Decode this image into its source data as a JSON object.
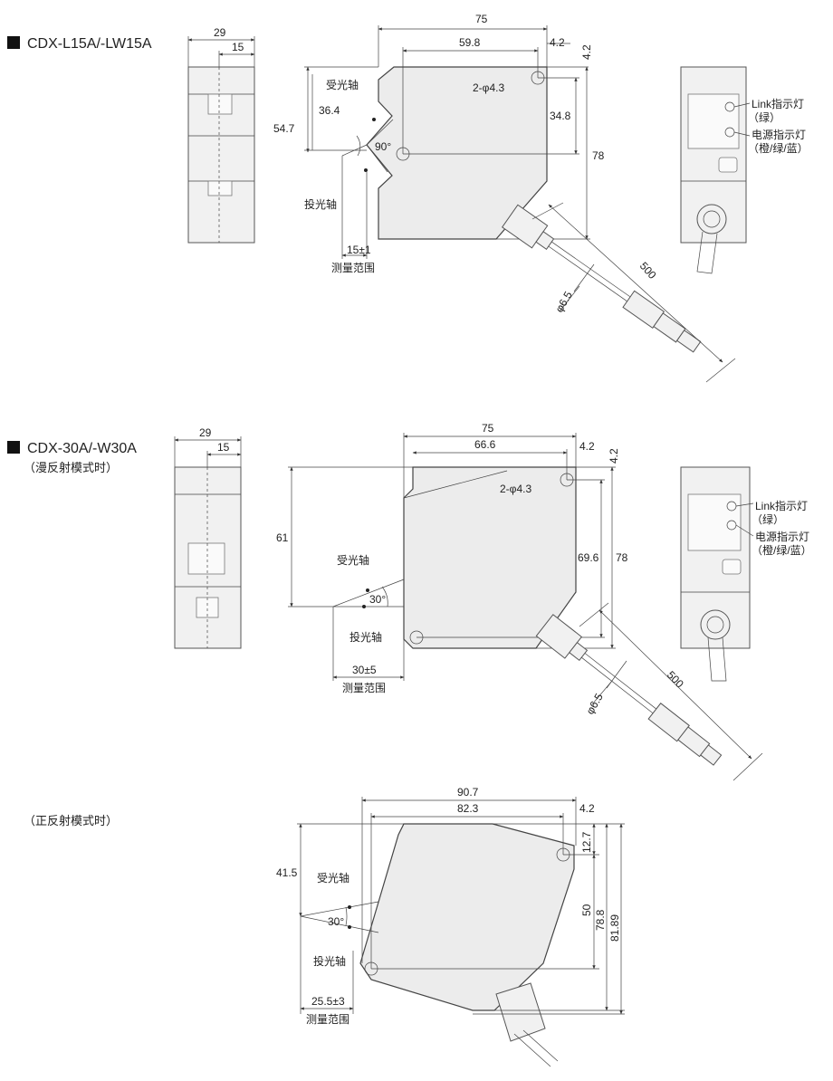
{
  "sections": [
    {
      "title": "CDX-L15A/-LW15A",
      "side_dims": [
        "29",
        "15"
      ],
      "dims": [
        "75",
        "59.8",
        "4.2",
        "4.2",
        "54.7",
        "36.4",
        "34.8",
        "78",
        "90°",
        "15±1",
        "500",
        "φ6.5"
      ],
      "hole_label": "2-φ4.3",
      "receive_axis": "受光轴",
      "emit_axis": "投光轴",
      "range_label": "测量范围",
      "indicators": [
        "Link指示灯",
        "（绿）",
        "电源指示灯",
        "（橙/绿/蓝）"
      ]
    },
    {
      "title": "CDX-30A/-W30A",
      "subtitle": "（漫反射模式时）",
      "side_dims": [
        "29",
        "15"
      ],
      "dims": [
        "75",
        "66.6",
        "4.2",
        "4.2",
        "61",
        "69.6",
        "78",
        "30°",
        "30±5",
        "500",
        "φ6.5"
      ],
      "hole_label": "2-φ4.3",
      "receive_axis": "受光轴",
      "emit_axis": "投光轴",
      "range_label": "测量范围",
      "indicators": [
        "Link指示灯",
        "（绿）",
        "电源指示灯",
        "（橙/绿/蓝）"
      ]
    },
    {
      "subtitle": "（正反射模式时）",
      "dims": [
        "90.7",
        "82.3",
        "4.2",
        "12.7",
        "41.5",
        "50",
        "78.8",
        "81.89",
        "30°",
        "25.5±3"
      ],
      "receive_axis": "受光轴",
      "emit_axis": "投光轴",
      "range_label": "测量范围"
    }
  ],
  "colors": {
    "line": "#333333",
    "body_fill": "#ececec",
    "panel_fill": "#f1f1f1",
    "title_square": "#111111"
  }
}
